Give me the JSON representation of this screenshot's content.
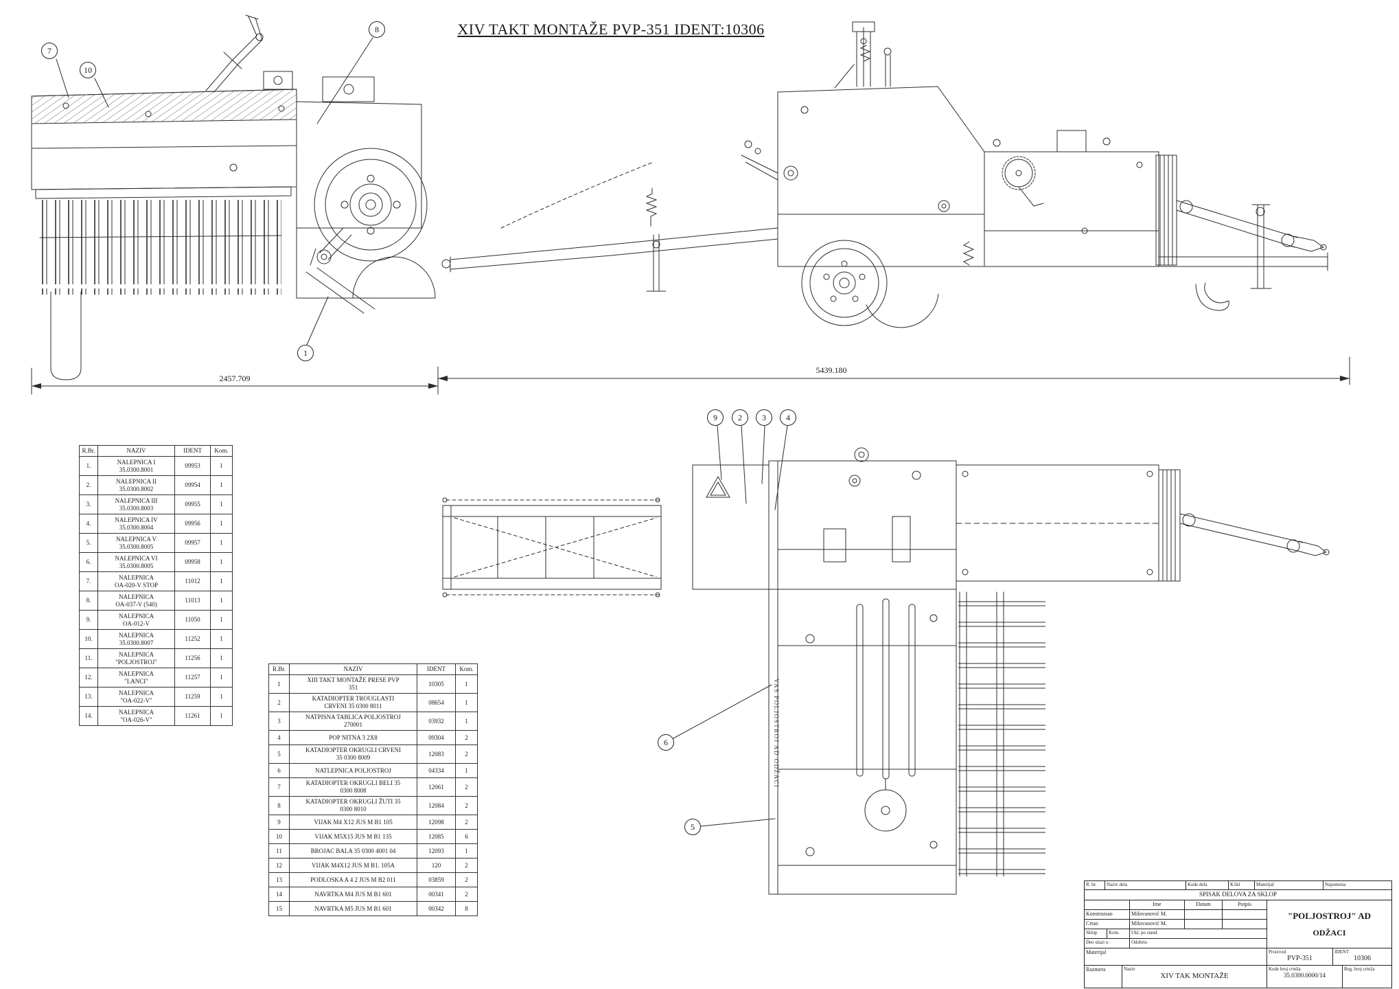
{
  "title": "XIV TAKT MONTAŽE PVP-351  IDENT:10306",
  "dimensions": {
    "left_view": "2457.709",
    "right_view": "5439.180"
  },
  "callouts": [
    "7",
    "10",
    "8",
    "1",
    "9",
    "2",
    "3",
    "4",
    "6",
    "5"
  ],
  "decal_text": "VAS POLJOSTROJ AD ODŽACI",
  "table1": {
    "headers": [
      "R.Br.",
      "NAZIV",
      "IDENT",
      "Kom."
    ],
    "rows": [
      [
        "1.",
        "NALEPNICA  I\n35.0300.8001",
        "09953",
        "1"
      ],
      [
        "2.",
        "NALEPNICA  II\n35.0300.8002",
        "09954",
        "1"
      ],
      [
        "3.",
        "NALEPNICA  III\n35.0300.8003",
        "09955",
        "1"
      ],
      [
        "4.",
        "NALEPNICA  IV\n35.0300.8004",
        "09956",
        "1"
      ],
      [
        "5.",
        "NALEPNICA  V\n35.0300.8005",
        "09957",
        "1"
      ],
      [
        "6.",
        "NALEPNICA  VI\n35.0300.8005",
        "09958",
        "1"
      ],
      [
        "7.",
        "NALEPNICA\nOA-020-V STOP",
        "11012",
        "1"
      ],
      [
        "8.",
        "NALEPNICA\nOA-037-V (540)",
        "11013",
        "1"
      ],
      [
        "9.",
        "NALEPNICA\nOA-012-V",
        "11050",
        "1"
      ],
      [
        "10.",
        "NALEPNICA\n35.0300.8007",
        "11252",
        "1"
      ],
      [
        "11.",
        "NALEPNICA\n\"POLJOSTROJ\"",
        "11256",
        "1"
      ],
      [
        "12.",
        "NALEPNICA\n\"LANCI\"",
        "11257",
        "1"
      ],
      [
        "13.",
        "NALEPNICA\n\"OA-022-V\"",
        "11259",
        "1"
      ],
      [
        "14.",
        "NALEPNICA\n\"OA-026-V\"",
        "11261",
        "1"
      ]
    ]
  },
  "table2": {
    "headers": [
      "R.Br.",
      "NAZIV",
      "IDENT",
      "Kom."
    ],
    "rows": [
      [
        "1",
        "XIII TAKT MONTAŽE PRESE PVP\n351",
        "10305",
        "1"
      ],
      [
        "2",
        "KATADIOPTER  TROUGLASTI\nCRVENI 35 0300 8011",
        "08654",
        "1"
      ],
      [
        "3",
        "NATPISNA TABLICA POLJOSTROJ\n270001",
        "03932",
        "1"
      ],
      [
        "4",
        "POP NITNA 3 2X8",
        "09304",
        "2"
      ],
      [
        "5",
        "KATADIOPTER OKRUGLI CRVENI\n35 0300 8009",
        "12083",
        "2"
      ],
      [
        "6",
        "NATLEPNICA POLJOSTROJ",
        "04334",
        "1"
      ],
      [
        "7",
        "KATADIOPTER OKRUGLI BELI 35\n0300 8008",
        "12061",
        "2"
      ],
      [
        "8",
        "KATADIOPTER OKRUGLI ŽUTI 35\n0300 8010",
        "12084",
        "2"
      ],
      [
        "9",
        "VIJAK M4 X12 JUS M B1 105",
        "12098",
        "2"
      ],
      [
        "10",
        "VIJAK M5X15 JUS M B1 135",
        "12085",
        "6"
      ],
      [
        "11",
        "BROJAC BALA  35 0300 4001 04",
        "12093",
        "1"
      ],
      [
        "12",
        "VIJAK M4X12 JUS M B1. 105A",
        "120",
        "2"
      ],
      [
        "13",
        "PODLOSKA A 4 2 JUS M B2 011",
        "03859",
        "2"
      ],
      [
        "14",
        "NAVRTKA M4 JUS M B1 601",
        "00341",
        "2"
      ],
      [
        "15",
        "NAVRTKA M5 JUS M B1 601",
        "00342",
        "8"
      ]
    ]
  },
  "title_block": {
    "col_headers": [
      "R. br.",
      "Naziv dela",
      "Kode dela",
      "K/ikl",
      "Materijal",
      "Napomena"
    ],
    "list_title": "SPISAK DELOVA ZA SKLOP",
    "sig_headers": {
      "ime": "Ime",
      "datum": "Datum",
      "potpis": "Potpis"
    },
    "rows": {
      "konstruisao_label": "Konstruisao",
      "konstruisao": "Milovanović M.",
      "crtao_label": "Crtao",
      "crtao": "Milovanović M.",
      "sklop_label": "Sklop",
      "kom_label": "Kom.",
      "ukl_label": "Ukl. po stand.",
      "deo_label": "Deo ulazi u :",
      "odobrio_label": "Odobrio",
      "materijal_label": "Materijal"
    },
    "company": "\"POLJOSTROJ\" AD",
    "city": "ODŽACI",
    "proizvod_label": "Proizvod",
    "proizvod": "PVP-351",
    "ident_label": "IDENT",
    "ident": "10306",
    "kode_label": "Kode broj crteža",
    "kode": "35.0300.0000/14",
    "reg_label": "Reg. broj crteža",
    "razmera_label": "Razmera",
    "naziv_label": "Naziv",
    "naziv": "XIV TAK MONTAŽE"
  }
}
